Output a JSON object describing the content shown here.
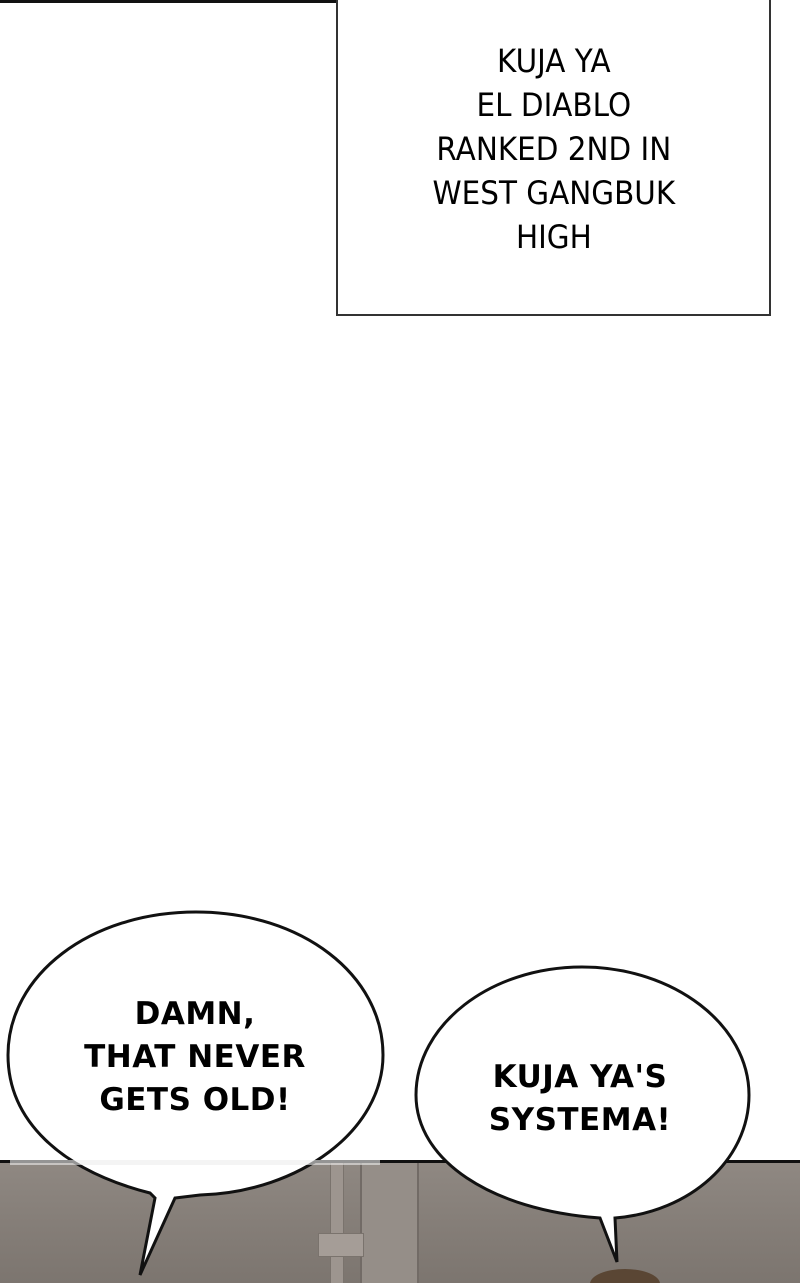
{
  "caption_box": {
    "lines": [
      "KUJA YA",
      "EL DIABLO",
      "RANKED 2ND IN",
      "WEST GANGBUK",
      "HIGH"
    ]
  },
  "speech_bubbles": [
    {
      "position": "left",
      "lines": [
        "DAMN,",
        "THAT NEVER",
        "GETS OLD!"
      ]
    },
    {
      "position": "right",
      "lines": [
        "KUJA YA'S",
        "SYSTEMA!"
      ]
    }
  ],
  "colors": {
    "background": "#ffffff",
    "border": "#111111",
    "scene": "#857e78"
  }
}
